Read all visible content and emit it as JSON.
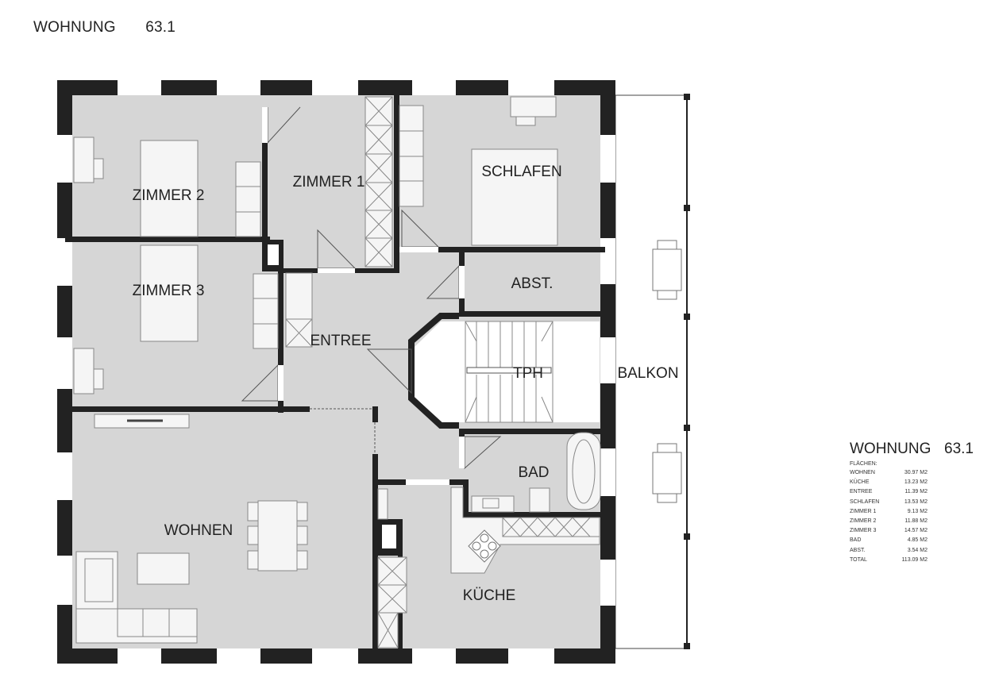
{
  "header": {
    "title": "WOHNUNG",
    "unit": "63.1"
  },
  "rooms": {
    "zimmer2": "ZIMMER 2",
    "zimmer1": "ZIMMER 1",
    "schlafen": "SCHLAFEN",
    "zimmer3": "ZIMMER 3",
    "abst": "ABST.",
    "entree": "ENTREE",
    "tph": "TPH",
    "balkon": "BALKON",
    "bad": "BAD",
    "wohnen": "WOHNEN",
    "kueche": "KÜCHE"
  },
  "legend": {
    "title": "WOHNUNG",
    "unit": "63.1",
    "subtitle": "FLÄCHEN:",
    "rows": [
      {
        "label": "WOHNEN",
        "value": "30.97 M2"
      },
      {
        "label": "KÜCHE",
        "value": "13.23 M2"
      },
      {
        "label": "ENTREE",
        "value": "11.39 M2"
      },
      {
        "label": "SCHLAFEN",
        "value": "13.53 M2"
      },
      {
        "label": "ZIMMER 1",
        "value": "9.13 M2"
      },
      {
        "label": "ZIMMER 2",
        "value": "11.88 M2"
      },
      {
        "label": "ZIMMER 3",
        "value": "14.57 M2"
      },
      {
        "label": "BAD",
        "value": "4.85 M2"
      },
      {
        "label": "ABST.",
        "value": "3.54 M2"
      },
      {
        "label": "TOTAL",
        "value": "113.09 M2"
      }
    ]
  },
  "colors": {
    "floor": "#d6d6d6",
    "wall": "#222222",
    "furniture": "#f5f5f5"
  }
}
